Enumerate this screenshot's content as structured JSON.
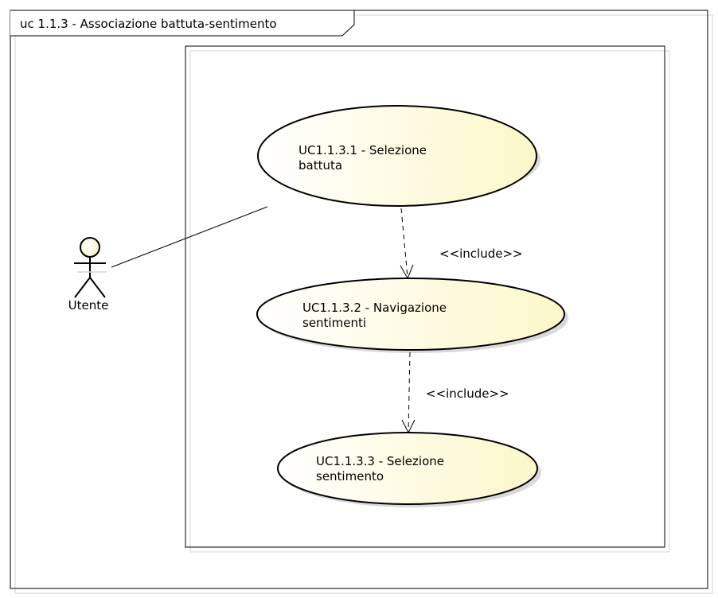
{
  "frame": {
    "title": "uc 1.1.3 - Associazione battuta-sentimento"
  },
  "actor": {
    "name": "Utente"
  },
  "use_cases": [
    {
      "line1": "UC1.1.3.1 - Selezione",
      "line2": "battuta"
    },
    {
      "line1": "UC1.1.3.2 - Navigazione",
      "line2": "sentimenti"
    },
    {
      "line1": "UC1.1.3.3 - Selezione",
      "line2": "sentimento"
    }
  ],
  "relations": [
    {
      "label": "<<include>>"
    },
    {
      "label": "<<include>>"
    }
  ],
  "colors": {
    "usecase_fill_light": "#ffffff",
    "usecase_fill_dark": "#fbf7c9",
    "actor_head_fill": "#fbf7d8",
    "shadow": "#d6d6d6",
    "stroke": "#000000"
  }
}
